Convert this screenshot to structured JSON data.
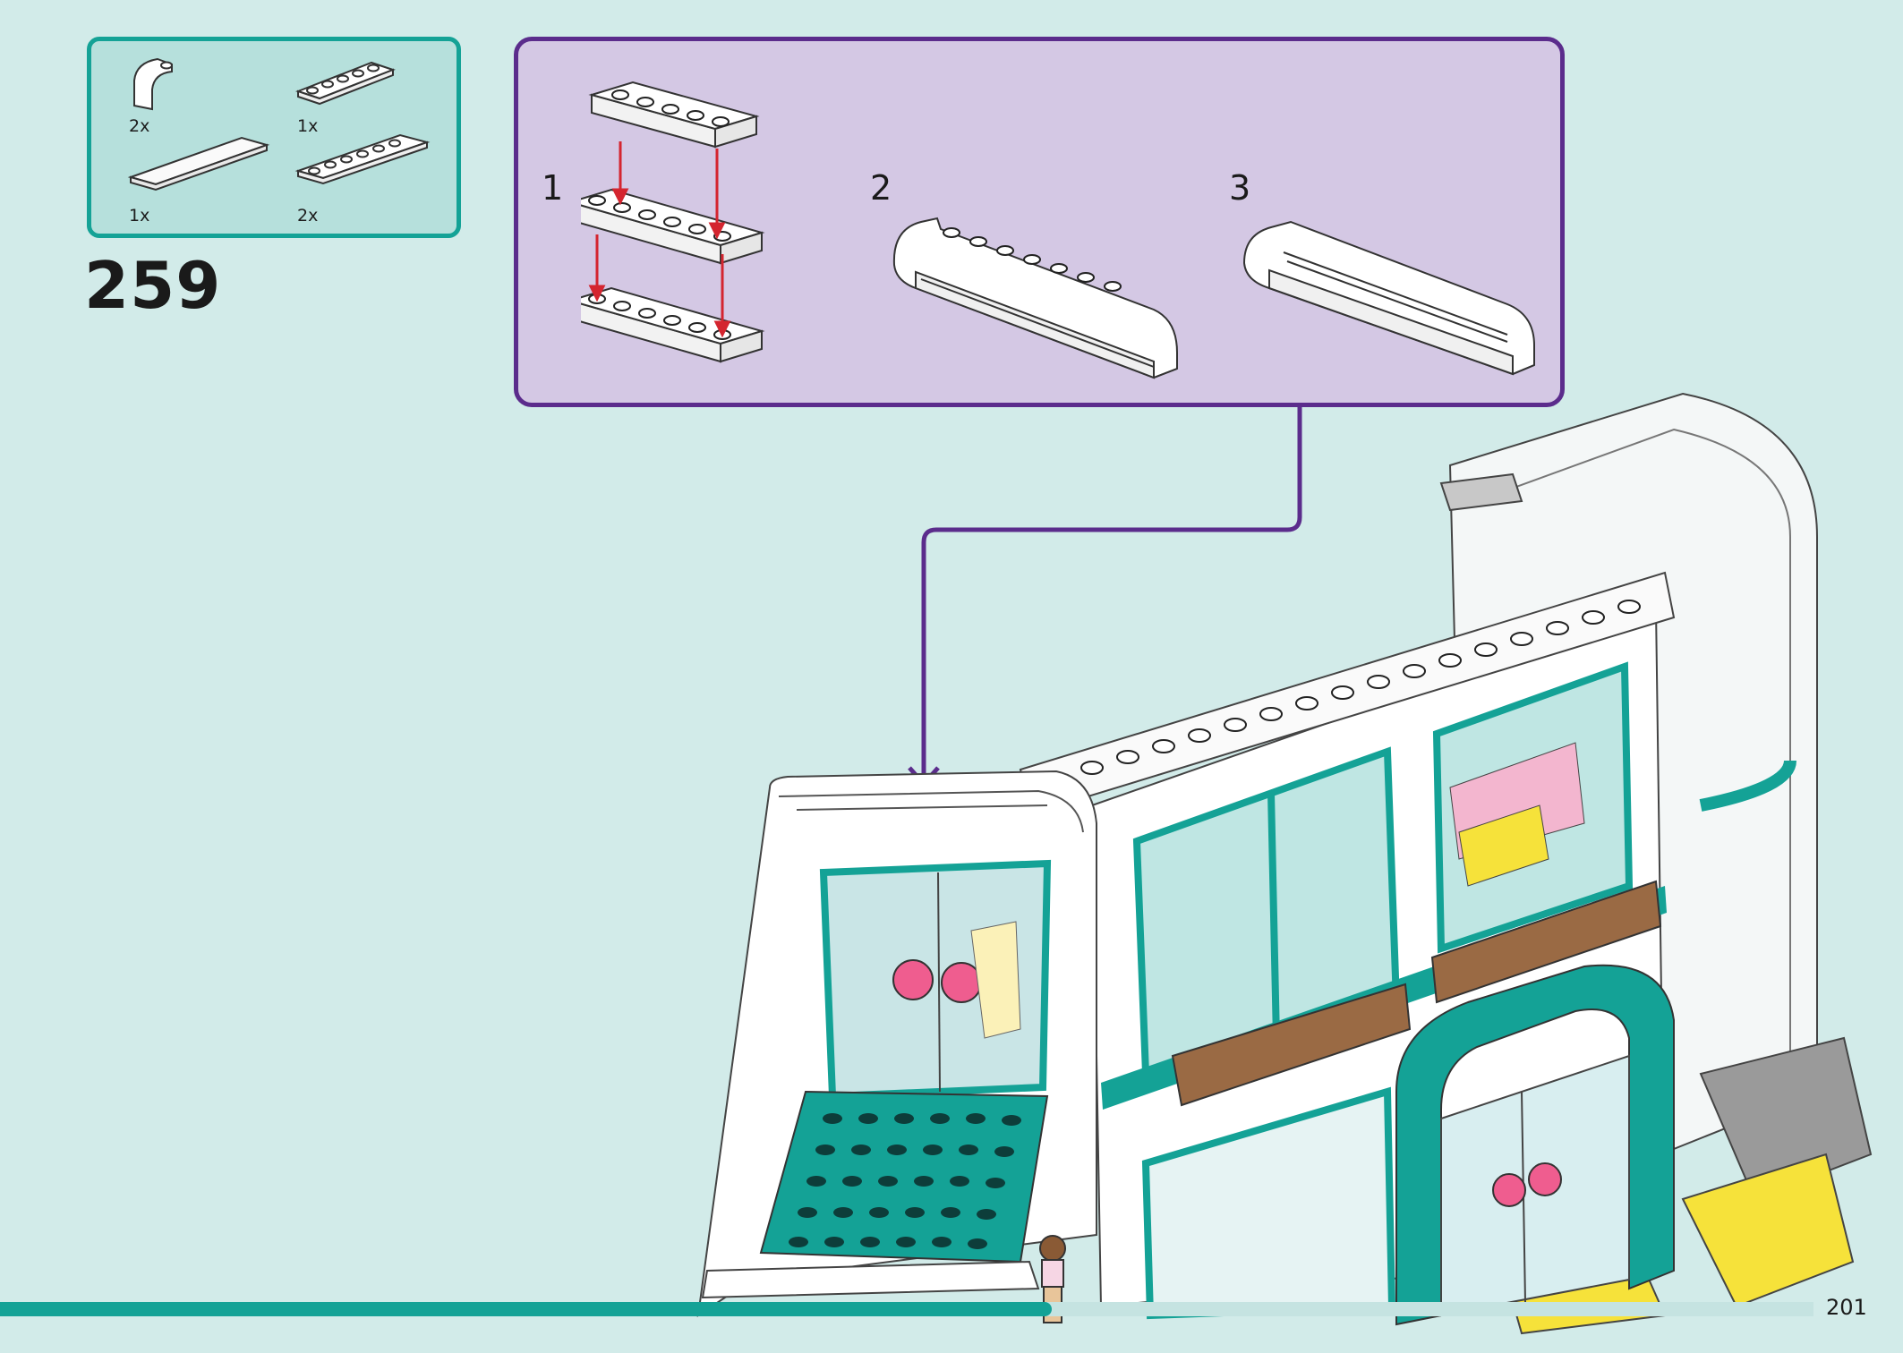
{
  "parts_list": {
    "items": [
      {
        "name": "curved-slope-brick",
        "qty": "2x"
      },
      {
        "name": "plate-1x5",
        "qty": "1x"
      },
      {
        "name": "tile-1x8",
        "qty": "1x"
      },
      {
        "name": "plate-1x6",
        "qty": "2x"
      }
    ]
  },
  "step": {
    "number": "259"
  },
  "substeps": [
    {
      "label": "1"
    },
    {
      "label": "2"
    },
    {
      "label": "3"
    }
  ],
  "progress": {
    "fraction": 0.58
  },
  "page": {
    "number": "201"
  },
  "colors": {
    "background": "#d2ebe9",
    "parts_box_fill": "#b6e0dc",
    "parts_box_border": "#14a296",
    "substep_fill": "#d4c8e4",
    "substep_border": "#5b2c8c",
    "arrow_red": "#d4252f",
    "teal": "#14a296",
    "brown": "#9a6a44",
    "pink": "#ef5d8f",
    "yellow": "#f6e23a"
  }
}
